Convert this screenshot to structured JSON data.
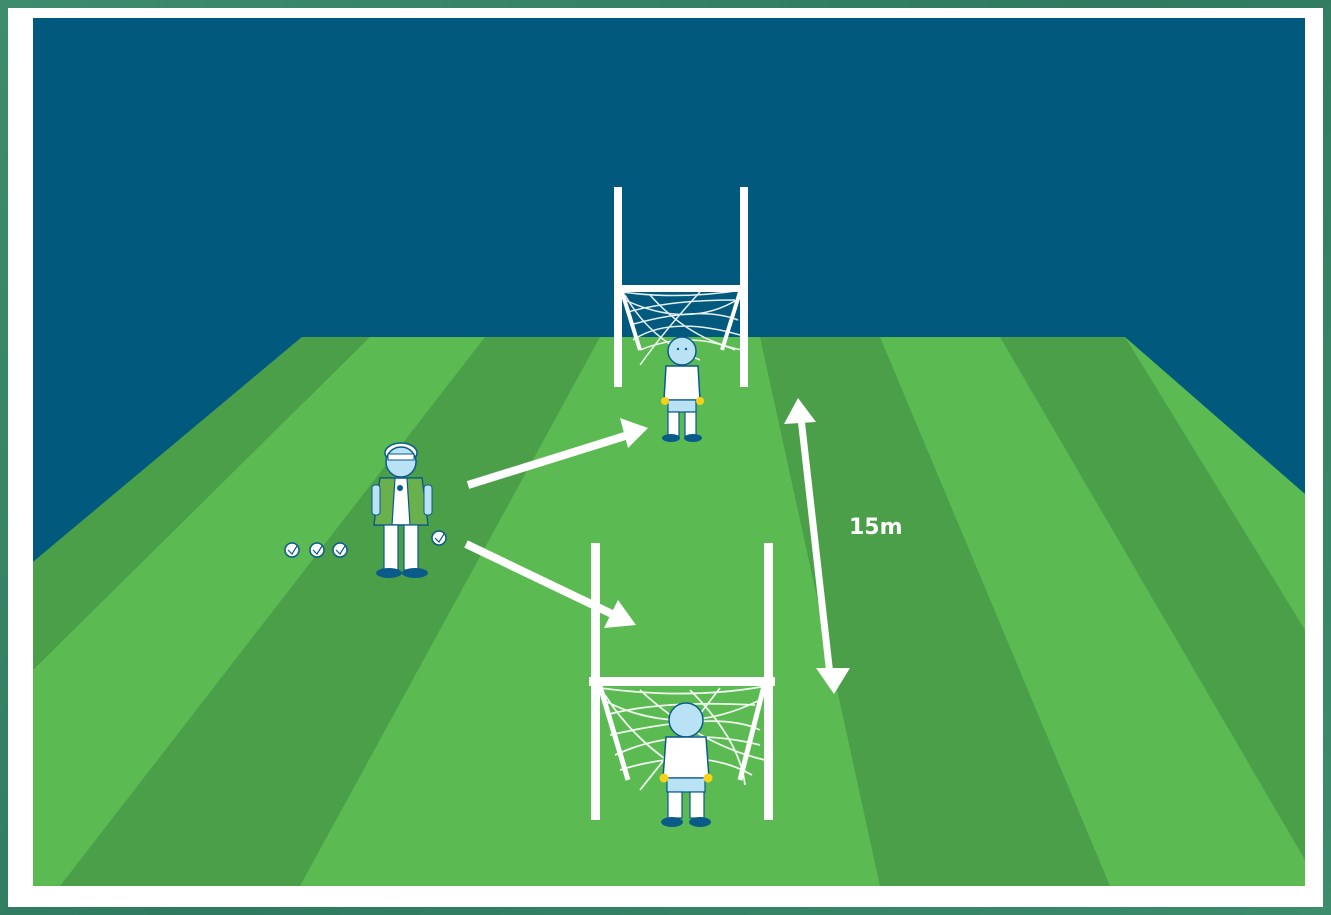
{
  "diagram": {
    "distance_label": "15m",
    "colors": {
      "sky": "#015a7e",
      "grass_light": "#5bbb52",
      "grass_dark": "#4a9f48",
      "lines": "#ffffff",
      "frame": "#3f8a6d",
      "vest": "#6ab04c",
      "skin": "#b9e3f5",
      "outline": "#0a5a8a",
      "accent_yellow": "#f7d117"
    },
    "elements": {
      "coach": "coach-with-whistle",
      "balls": 4,
      "goals": 2,
      "goalkeepers": 2
    }
  }
}
